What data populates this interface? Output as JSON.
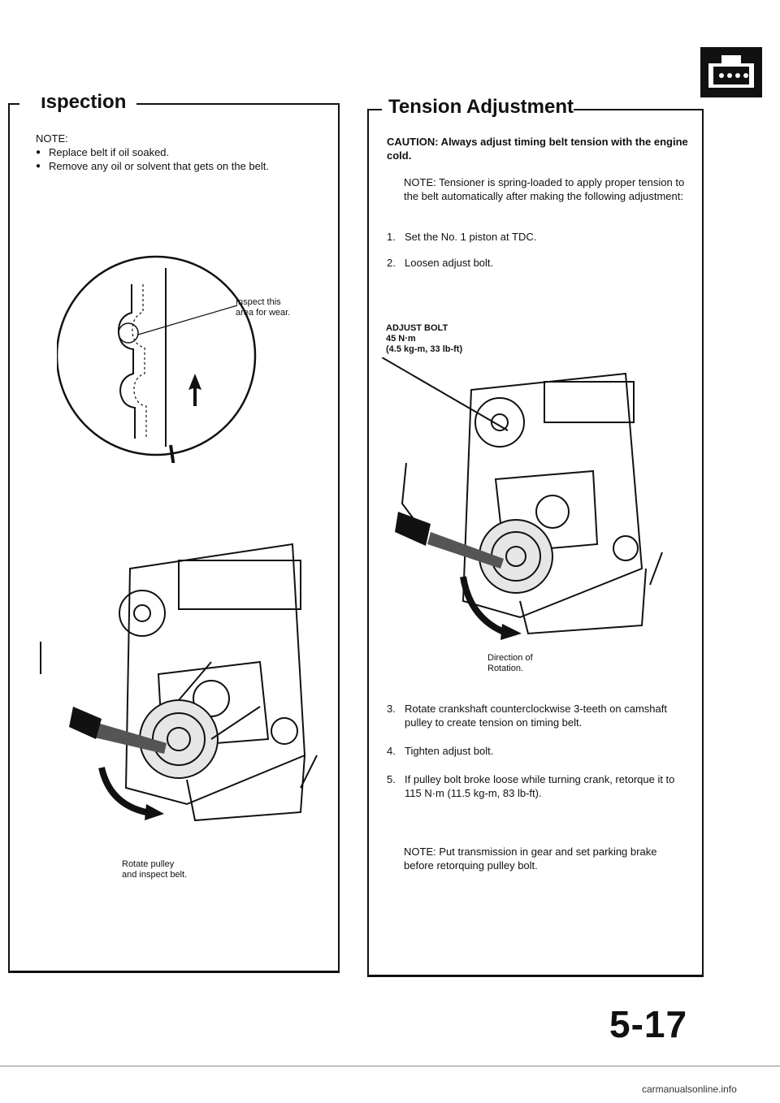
{
  "inspection": {
    "title": "ıspection",
    "note_label": "NOTE:",
    "bullets": [
      "Replace belt if oil soaked.",
      "Remove any oil or solvent that gets on the belt."
    ],
    "callout_1": [
      "Inspect this",
      "area for wear."
    ],
    "callout_2": [
      "Rotate pulley",
      "and inspect belt."
    ]
  },
  "tension": {
    "title": "Tension Adjustment",
    "caution": "CAUTION: Always adjust timing belt tension with the engine cold.",
    "note": "NOTE: Tensioner is spring-loaded to apply proper tension to the belt automatically after making the following adjustment:",
    "steps_a": [
      {
        "num": "1.",
        "text": "Set the No. 1 piston at TDC."
      },
      {
        "num": "2.",
        "text": "Loosen adjust bolt."
      }
    ],
    "adjust_bolt": [
      "ADJUST BOLT",
      "45 N·m",
      "(4.5 kg-m, 33 lb-ft)"
    ],
    "direction": [
      "Direction of",
      "Rotation."
    ],
    "steps_b": [
      {
        "num": "3.",
        "text": "Rotate crankshaft counterclockwise 3-teeth on camshaft pulley to create tension on timing belt."
      },
      {
        "num": "4.",
        "text": "Tighten adjust bolt."
      },
      {
        "num": "5.",
        "text": "If pulley bolt broke loose while turning crank, retorque it to 115 N·m (11.5 kg-m, 83 lb-ft)."
      }
    ],
    "note2": "NOTE: Put transmission in gear and set parking brake before retorquing pulley bolt."
  },
  "page_number": "5-17",
  "footer": "carmanualsonline.info"
}
